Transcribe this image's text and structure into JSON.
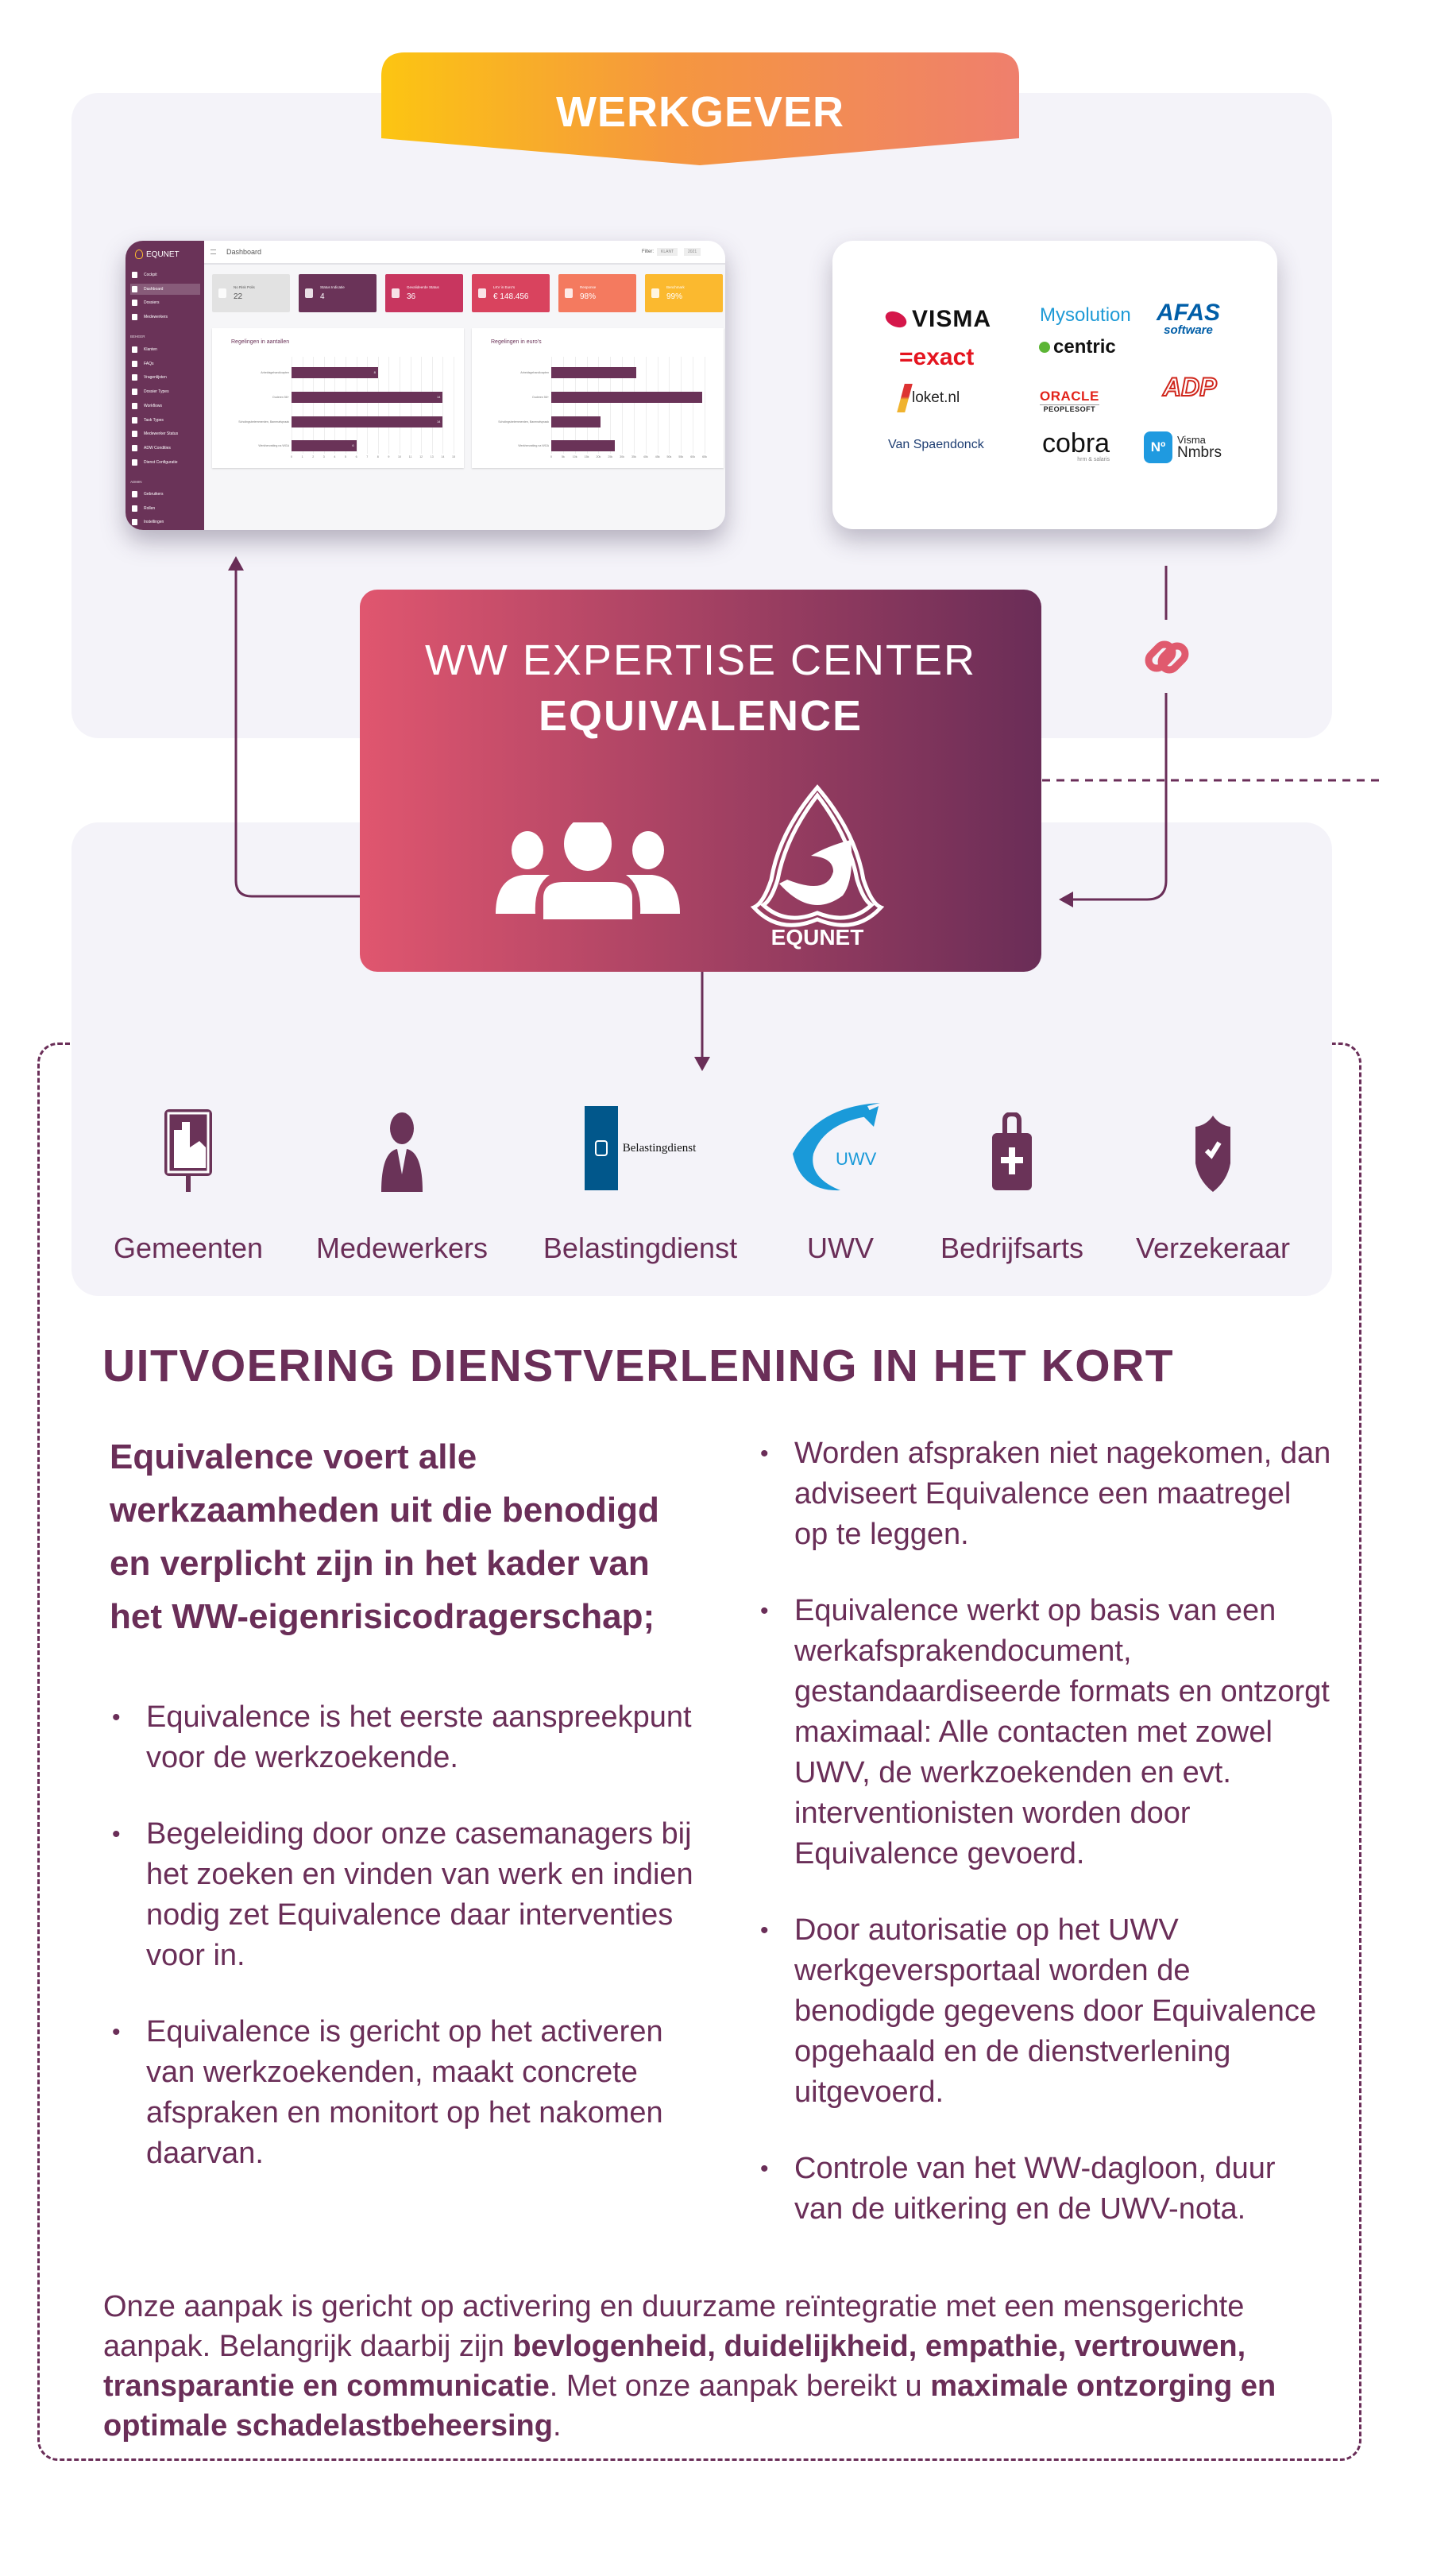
{
  "banner": {
    "label": "WERKGEVER"
  },
  "dashboard": {
    "logo": "EQUNET",
    "title": "Dashboard",
    "filter_label": "Filter:",
    "filter_client": "KLANT",
    "filter_year": "2021",
    "menu": [
      {
        "label": "Cockpit"
      },
      {
        "label": "Dashboard",
        "active": true
      },
      {
        "label": "Dossiers"
      },
      {
        "label": "Medewerkers"
      }
    ],
    "section_beheer": "BEHEER",
    "menu_beheer": [
      {
        "label": "Klanten"
      },
      {
        "label": "FAQs"
      },
      {
        "label": "Vragenlijsten"
      },
      {
        "label": "Dossier Types"
      },
      {
        "label": "Workflows"
      },
      {
        "label": "Task Types"
      },
      {
        "label": "Medewerker Status"
      },
      {
        "label": "ADW Condities"
      },
      {
        "label": "Dienst Configuratie"
      }
    ],
    "section_admin": "ADMIN",
    "menu_admin": [
      {
        "label": "Gebruikers"
      },
      {
        "label": "Rollen"
      },
      {
        "label": "Instellingen"
      }
    ],
    "cards": [
      {
        "label": "No Risk Polis",
        "value": "22",
        "color": "#e2e2e2",
        "text": "#555555"
      },
      {
        "label": "Status Indicatie",
        "value": "4",
        "color": "#6a3358",
        "text": "#ffffff"
      },
      {
        "label": "Gevalideerde Status",
        "value": "36",
        "color": "#c8365f",
        "text": "#ffffff"
      },
      {
        "label": "LKV in Euro's",
        "value": "€ 148.456",
        "color": "#d9435e",
        "text": "#ffffff"
      },
      {
        "label": "Response",
        "value": "98%",
        "color": "#f47a5f",
        "text": "#ffffff"
      },
      {
        "label": "Benchmark",
        "value": "99%",
        "color": "#fbb92f",
        "text": "#ffffff"
      }
    ],
    "charts": [
      {
        "title": "Regelingen in aantallen",
        "categories": [
          "Arbeidsgehandicapten",
          "Ouderen 56+",
          "Scholingsbelemmerden, Banenafspraak",
          "Werkhervatting na WGA"
        ],
        "values": [
          8,
          14,
          14,
          6
        ],
        "value_labels": [
          "8",
          "14",
          "14",
          "6"
        ],
        "max": 15,
        "ticks": [
          "0",
          "1",
          "2",
          "3",
          "4",
          "5",
          "6",
          "7",
          "8",
          "9",
          "10",
          "11",
          "12",
          "13",
          "14",
          "15"
        ]
      },
      {
        "title": "Regelingen in euro's",
        "categories": [
          "Arbeidsgehandicapten",
          "Ouderen 56+",
          "Scholingsbelemmerden, Banenafspraak",
          "Werkhervatting na WGA"
        ],
        "values": [
          36000,
          64000,
          21000,
          27000
        ],
        "max": 65000,
        "ticks": [
          "0",
          "5k",
          "10k",
          "15k",
          "20k",
          "25k",
          "30k",
          "35k",
          "40k",
          "45k",
          "50k",
          "55k",
          "60k",
          "65k"
        ]
      }
    ]
  },
  "software_logos": {
    "visma": "VISMA",
    "exact": "=exact",
    "mysolution": "Mysolution",
    "centric": "centric",
    "afas": "AFAS",
    "afas_sub": "software",
    "loket": "loket.nl",
    "oracle": "ORACLE",
    "oracle_sub": "PEOPLESOFT",
    "adp": "ADP",
    "vanspaendonck": "Van Spaendonck",
    "cobra": "cobra",
    "cobra_sub": "hrm & salaris",
    "nmbrs_top": "Visma",
    "nmbrs": "Nmbrs",
    "nmbrs_badge": "Nº"
  },
  "center": {
    "line1": "WW EXPERTISE CENTER",
    "line2": "EQUIVALENCE",
    "logo": "EQUNET"
  },
  "stakeholders": [
    {
      "label": "Gemeenten"
    },
    {
      "label": "Medewerkers"
    },
    {
      "label": "Belastingdienst",
      "logo_text": "Belastingdienst"
    },
    {
      "label": "UWV",
      "logo_text": "UWV"
    },
    {
      "label": "Bedrijfsarts"
    },
    {
      "label": "Verzekeraar"
    }
  ],
  "section": {
    "heading": "UITVOERING DIENSTVERLENING IN HET KORT",
    "intro": "Equivalence voert alle werkzaamheden uit die benodigd en verplicht zijn in het kader van het WW-eigenrisicodragerschap;",
    "left_bullets": [
      "Equivalence is het eerste aanspreekpunt voor de werkzoekende.",
      "Begeleiding door onze casemanagers bij het zoeken en vinden van werk en indien nodig zet Equivalence daar interventies voor in.",
      "Equivalence is gericht op het activeren van werkzoekenden, maakt concrete afspraken en monitort op het nakomen daarvan."
    ],
    "right_bullets": [
      "Worden afspraken niet nagekomen, dan adviseert Equivalence een maatregel op te leggen.",
      "Equivalence werkt op basis van een werkafsprakendocument, gestandaardiseerde formats en ontzorgt maximaal: Alle contacten met zowel UWV, de werkzoekenden en evt. interventionisten worden door Equivalence gevoerd.",
      "Door autorisatie op het UWV werkgeversportaal worden de benodigde gegevens door Equivalence opgehaald en de dienstverlening uitgevoerd.",
      "Controle van het WW-dagloon, duur van de uitkering en de UWV-nota."
    ],
    "closing": {
      "p1": "Onze aanpak is gericht op activering en duurzame reïntegratie met een mensgerichte aanpak. Belangrijk daarbij zijn ",
      "b1": "bevlogenheid, duidelijkheid, empathie, vertrouwen, transparantie en communicatie",
      "p2": ". Met onze aanpak bereikt u ",
      "b2": "maximale ontzorging en optimale schadelastbeheersing",
      "p3": "."
    }
  },
  "colors": {
    "primary": "#6a2e58",
    "accent": "#e0566f",
    "panel": "#f4f3f9"
  }
}
